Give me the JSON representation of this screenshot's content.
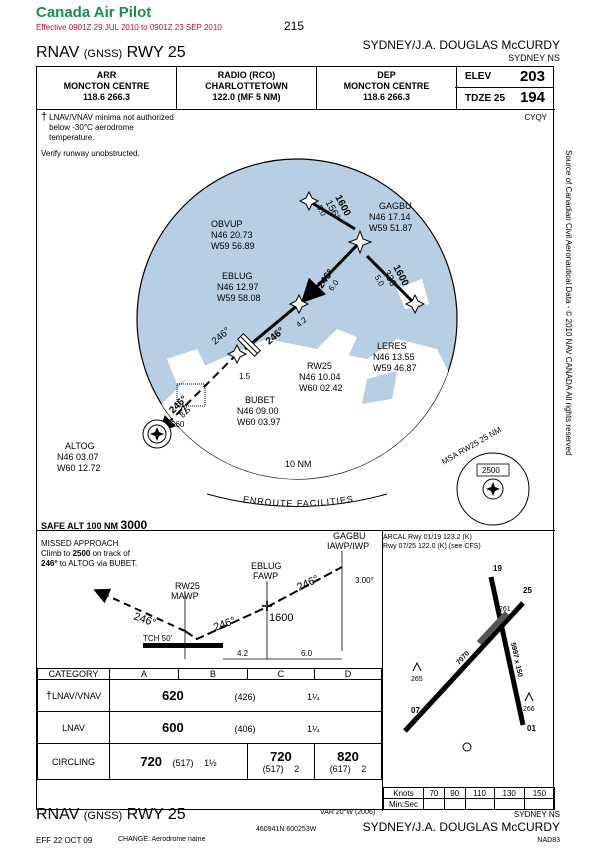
{
  "header": {
    "brand": "Canada Air Pilot",
    "effective": "Effective 0901Z 29 JUL 2010 to 0901Z 23 SEP 2010",
    "page_number": "215",
    "procedure_title": "RNAV",
    "procedure_gnss": "(GNSS)",
    "procedure_rwy": "RWY 25",
    "airport_name": "SYDNEY/J.A. DOUGLAS McCURDY",
    "airport_city": "SYDNEY NS"
  },
  "comms": [
    {
      "role": "ARR",
      "name": "MONCTON CENTRE",
      "freq": "118.6  266.3"
    },
    {
      "role": "RADIO (RCO)",
      "name": "CHARLOTTETOWN",
      "freq": "122.0 (MF 5 NM)"
    },
    {
      "role": "DEP",
      "name": "MONCTON CENTRE",
      "freq": "118.6  266.3"
    }
  ],
  "elev": {
    "label": "ELEV",
    "value": "203"
  },
  "tdze": {
    "label": "TDZE",
    "rwy": "25",
    "value": "194"
  },
  "notes": {
    "temp": "LNAV/VNAV minima not authorized below -30°C aerodrome temperature.",
    "verify": "Verify runway unobstructed.",
    "airport_id": "CYQY"
  },
  "plan": {
    "fixes": {
      "gagbu": {
        "name": "GAGBU",
        "lat": "N46 17.14",
        "lon": "W59 51.87"
      },
      "obvup": {
        "name": "OBVUP",
        "lat": "N46 20.73",
        "lon": "W59 56.89"
      },
      "eblug": {
        "name": "EBLUG",
        "lat": "N46 12.97",
        "lon": "W59 58.08"
      },
      "leres": {
        "name": "LERES",
        "lat": "N46 13.55",
        "lon": "W59 46.87"
      },
      "rw25": {
        "name": "RW25",
        "lat": "N46 10.04",
        "lon": "W60 02.42"
      },
      "bubet": {
        "name": "BUBET",
        "lat": "N46 09.00",
        "lon": "W60 03.97"
      },
      "altog": {
        "name": "ALTOG",
        "lat": "N46 03.07",
        "lon": "W60 12.72"
      }
    },
    "legs": {
      "obvup_gagbu": {
        "alt": "1600",
        "course": "156°",
        "dist": "5.0"
      },
      "leres_gagbu": {
        "alt": "1600",
        "course": "336°",
        "dist": "5.0"
      },
      "gagbu_eblug": {
        "course": "246°",
        "dist": "6.0"
      },
      "eblug_rw25": {
        "course": "246°",
        "dist": "4.2"
      },
      "rw25_bubet": {
        "dist": "1.5"
      },
      "bubet_altog": {
        "course": "246°",
        "dist": "8.5"
      },
      "missed_up": "246°"
    },
    "obstacle": "560",
    "ring_label": "10 NM",
    "enroute_label": "ENROUTE FACILITIES",
    "msa": {
      "label": "MSA RW25 25 NM",
      "alt": "2500"
    },
    "safe_alt_label": "SAFE ALT 100 NM",
    "safe_alt_value": "3000"
  },
  "side_note": "Source of Canadian Civil Aeronautical Data - © 2010 NAV CANADA All rights reserved",
  "missed_approach": {
    "line1": "MISSED APPROACH",
    "line2a": "Climb to ",
    "line2b": "2500",
    "line2c": " on track of",
    "line3a": "246°",
    "line3b": " to ALTOG via BUBET."
  },
  "profile": {
    "gagbu": "GAGBU",
    "iawp": "IAWP/IWP",
    "eblug": "EBLUG",
    "fawp": "FAWP",
    "rw25": "RW25",
    "mawp": "MAWP",
    "gp": "3.00°",
    "alt": "1600",
    "tch": "TCH 50'",
    "course_1": "246°",
    "course_2": "246°",
    "course_3": "246°",
    "dist_1": "4.2",
    "dist_2": "6.0"
  },
  "arcal": {
    "line1": "ARCAL Rwy 01/19 123.2 (K)",
    "line2": "Rwy 07/25 122.0 (K) (see CFS)"
  },
  "aerodrome": {
    "rwy_01": "01",
    "rwy_19": "19",
    "rwy_07": "07",
    "rwy_25": "25",
    "len_0725": "7070",
    "len_0119": "5997 x 150",
    "obs_265": "265",
    "obs_266": "266",
    "obs_261": "261"
  },
  "minima": {
    "headers": [
      "CATEGORY",
      "A",
      "B",
      "C",
      "D"
    ],
    "rows": [
      {
        "label": "LNAV/VNAV",
        "da": "620",
        "hat": "(426)",
        "vis": "1¼"
      },
      {
        "label": "LNAV",
        "da": "600",
        "hat": "(406)",
        "vis": "1¼"
      }
    ],
    "circling": {
      "label": "CIRCLING",
      "ab_mda": "720",
      "ab_hat": "(517)",
      "ab_vis": "1½",
      "c_mda": "720",
      "c_hat": "(517)",
      "c_vis": "2",
      "d_mda": "820",
      "d_hat": "(617)",
      "d_vis": "2"
    }
  },
  "speed_table": {
    "knots_label": "Knots",
    "minsec_label": "Min:Sec",
    "speeds": [
      "70",
      "90",
      "110",
      "130",
      "150"
    ]
  },
  "footer": {
    "procedure_title": "RNAV",
    "procedure_gnss": "(GNSS)",
    "procedure_rwy": "RWY 25",
    "var": "VAR 20°W (2006)",
    "coords": "460941N 600253W",
    "city": "SYDNEY NS",
    "airport_name": "SYDNEY/J.A. DOUGLAS McCURDY",
    "eff": "EFF 22 OCT 09",
    "change": "CHANGE: Aerodrome name",
    "datum": "NAD83"
  }
}
